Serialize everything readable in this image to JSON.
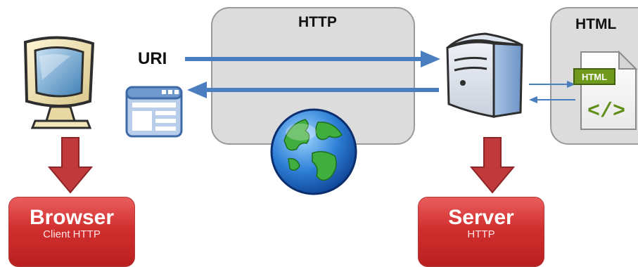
{
  "http_panel": {
    "title": "HTTP"
  },
  "html_panel": {
    "title": "HTML",
    "file_badge": "HTML",
    "code_glyph": "</>"
  },
  "uri": {
    "label": "URI"
  },
  "browser": {
    "title": "Browser",
    "subtitle": "Client HTTP"
  },
  "server": {
    "title": "Server",
    "subtitle": "HTTP"
  },
  "colors": {
    "arrow_blue": "#4a7ec0",
    "down_arrow_red": "#c0393b",
    "panel_gray": "#dcdcdc",
    "role_red": "#d22f2f"
  },
  "icons": [
    "monitor-icon",
    "web-page-icon",
    "globe-icon",
    "server-icon",
    "html-file-icon"
  ]
}
